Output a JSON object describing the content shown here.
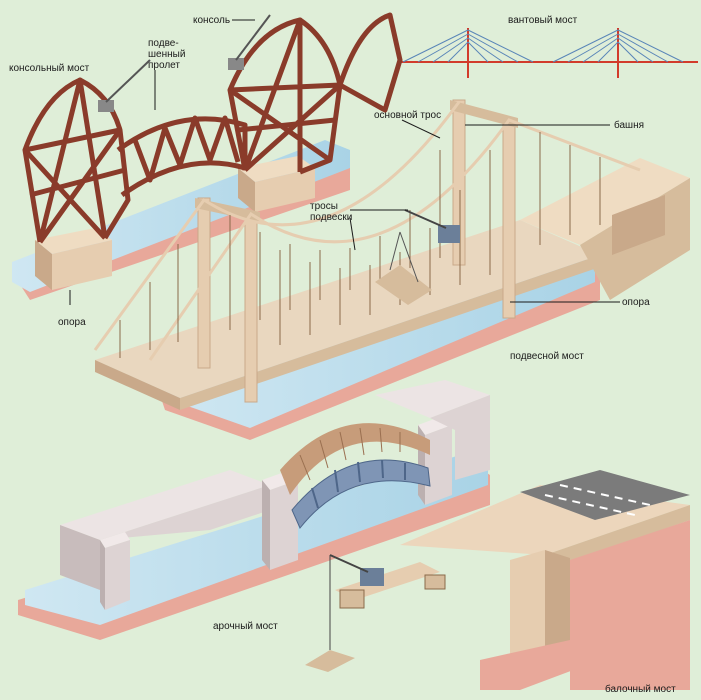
{
  "labels": {
    "cantilever_bridge": "консольный мост",
    "suspended_span": "подве-\nшенный\nпролет",
    "cantilever": "консоль",
    "cable_stayed_bridge": "вантовый мост",
    "main_cable": "основной трос",
    "tower": "башня",
    "suspender_cables": "тросы\nподвески",
    "pier_left": "опора",
    "pier_right": "опора",
    "suspension_bridge": "подвесной мост",
    "arch_bridge": "арочный мост",
    "beam_bridge": "балочный мост"
  },
  "colors": {
    "background": "#dfeed8",
    "water": "#bfe0ee",
    "river_bank": "#e8a89a",
    "truss": "#8a3b2a",
    "stone": "#e6cdb0",
    "stone_dark": "#c9a98a",
    "concrete": "#ddd3d3",
    "steel_arch": "#7f95b5",
    "cable_red": "#d23b2b",
    "cable_blue": "#5a86b8",
    "road": "#7b7b7b"
  }
}
